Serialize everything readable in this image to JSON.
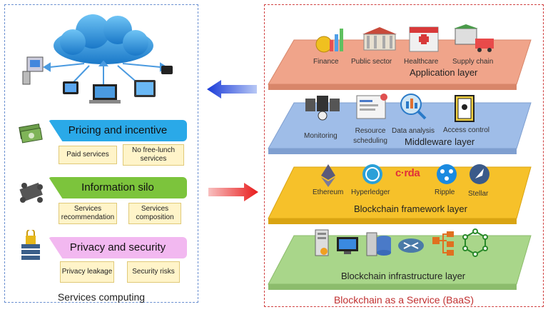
{
  "left_panel": {
    "caption": "Services computing",
    "sections": [
      {
        "title": "Pricing and incentive",
        "items": [
          "Paid services",
          "No free-lunch services"
        ]
      },
      {
        "title": "Information silo",
        "items": [
          "Services recommendation",
          "Services composition"
        ]
      },
      {
        "title": "Privacy and security",
        "items": [
          "Privacy leakage",
          "Security risks"
        ]
      }
    ]
  },
  "right_panel": {
    "caption": "Blockchain as a Service (BaaS)",
    "layers": [
      {
        "name": "Application layer",
        "items": [
          "Finance",
          "Public sector",
          "Healthcare",
          "Supply chain"
        ]
      },
      {
        "name": "Middleware layer",
        "items": [
          "Monitoring",
          "Resource scheduling",
          "Data analysis",
          "Access control"
        ]
      },
      {
        "name": "Blockchain framework layer",
        "items": [
          "Ethereum",
          "Hyperledger",
          "Ripple",
          "Stellar"
        ],
        "logo_text": "c·rda"
      },
      {
        "name": "Blockchain infrastructure layer",
        "items": []
      }
    ]
  },
  "colors": {
    "application": "#f0a48a",
    "middleware": "#9fbde8",
    "framework": "#f6c12a",
    "infrastructure": "#a9d68a",
    "pricing": "#2aa9e8",
    "silo": "#7cc43c",
    "privacy": "#f2b8f0"
  }
}
